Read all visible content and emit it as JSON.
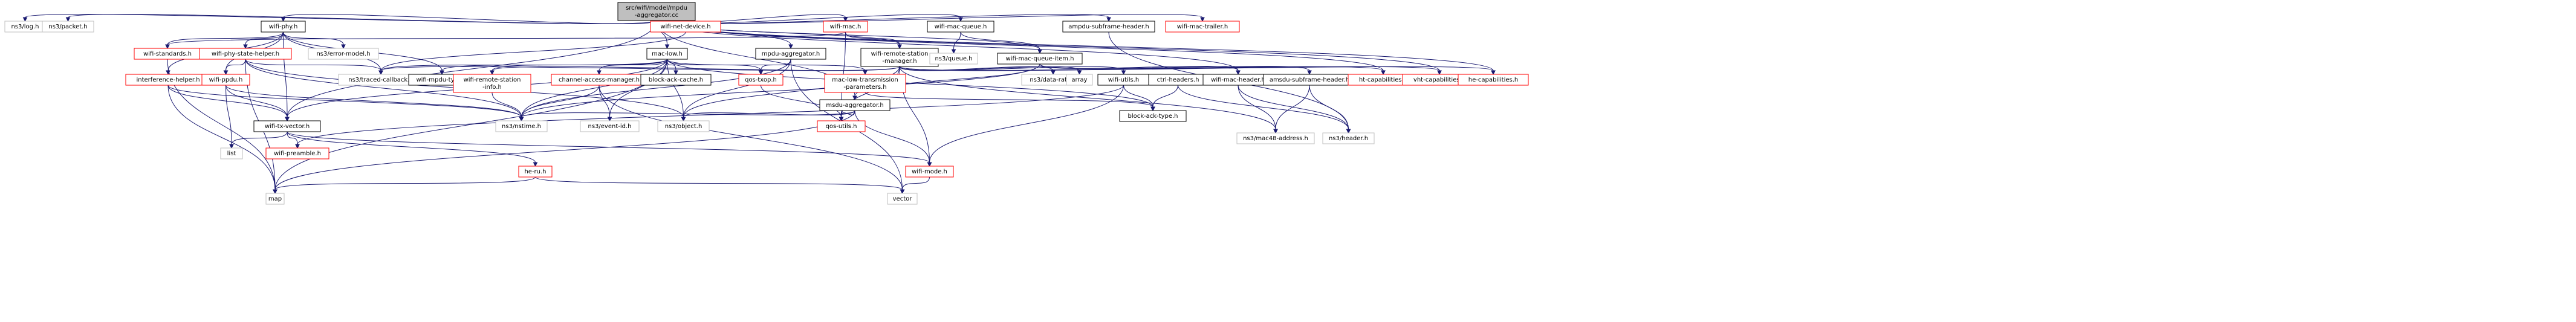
{
  "colors": {
    "edge": "#191970",
    "root_fill": "#bfbfbf",
    "node_stroke_documented": "#000000",
    "node_stroke_undocumented": "#bfbfbf",
    "node_stroke_external": "#ff0000"
  },
  "nodes": [
    {
      "id": "root",
      "lines": [
        "src/wifi/model/mpdu",
        "-aggregator.cc"
      ],
      "kind": "root"
    },
    {
      "id": "ns3log",
      "lines": [
        "ns3/log.h"
      ],
      "kind": "undoc"
    },
    {
      "id": "ns3packet",
      "lines": [
        "ns3/packet.h"
      ],
      "kind": "undoc"
    },
    {
      "id": "wifiphy",
      "lines": [
        "wifi-phy.h"
      ],
      "kind": "doc"
    },
    {
      "id": "wifinetdevice",
      "lines": [
        "wifi-net-device.h"
      ],
      "kind": "ext"
    },
    {
      "id": "wifimac",
      "lines": [
        "wifi-mac.h"
      ],
      "kind": "ext"
    },
    {
      "id": "wifimacqueue",
      "lines": [
        "wifi-mac-queue.h"
      ],
      "kind": "doc"
    },
    {
      "id": "ampdusubframeheader",
      "lines": [
        "ampdu-subframe-header.h"
      ],
      "kind": "doc"
    },
    {
      "id": "wifimactrailer",
      "lines": [
        "wifi-mac-trailer.h"
      ],
      "kind": "ext"
    },
    {
      "id": "wifistandards",
      "lines": [
        "wifi-standards.h"
      ],
      "kind": "ext"
    },
    {
      "id": "wifiphystatehelper",
      "lines": [
        "wifi-phy-state-helper.h"
      ],
      "kind": "ext"
    },
    {
      "id": "ns3errormodel",
      "lines": [
        "ns3/error-model.h"
      ],
      "kind": "undoc"
    },
    {
      "id": "maclow",
      "lines": [
        "mac-low.h"
      ],
      "kind": "doc"
    },
    {
      "id": "mpduaggregator",
      "lines": [
        "mpdu-aggregator.h"
      ],
      "kind": "doc"
    },
    {
      "id": "wifiremotestationmanager",
      "lines": [
        "wifi-remote-station",
        "-manager.h"
      ],
      "kind": "doc"
    },
    {
      "id": "ns3queue",
      "lines": [
        "ns3/queue.h"
      ],
      "kind": "undoc"
    },
    {
      "id": "wifimacqueueitem",
      "lines": [
        "wifi-mac-queue-item.h"
      ],
      "kind": "doc"
    },
    {
      "id": "interferencehelper",
      "lines": [
        "interference-helper.h"
      ],
      "kind": "ext"
    },
    {
      "id": "wifippdu",
      "lines": [
        "wifi-ppdu.h"
      ],
      "kind": "ext"
    },
    {
      "id": "ns3tracedcallback",
      "lines": [
        "ns3/traced-callback.h"
      ],
      "kind": "undoc"
    },
    {
      "id": "wifimpdutype",
      "lines": [
        "wifi-mpdu-type.h"
      ],
      "kind": "doc"
    },
    {
      "id": "wifiremotestationinfo",
      "lines": [
        "wifi-remote-station",
        "-info.h"
      ],
      "kind": "ext"
    },
    {
      "id": "channelaccessmanager",
      "lines": [
        "channel-access-manager.h"
      ],
      "kind": "ext"
    },
    {
      "id": "blockackcache",
      "lines": [
        "block-ack-cache.h"
      ],
      "kind": "doc"
    },
    {
      "id": "qostxop",
      "lines": [
        "qos-txop.h"
      ],
      "kind": "ext"
    },
    {
      "id": "maclowtransmission",
      "lines": [
        "mac-low-transmission",
        "-parameters.h"
      ],
      "kind": "ext"
    },
    {
      "id": "ns3datarate",
      "lines": [
        "ns3/data-rate.h"
      ],
      "kind": "undoc"
    },
    {
      "id": "array",
      "lines": [
        "array"
      ],
      "kind": "undoc"
    },
    {
      "id": "wifiutils",
      "lines": [
        "wifi-utils.h"
      ],
      "kind": "doc"
    },
    {
      "id": "ctrlheaders",
      "lines": [
        "ctrl-headers.h"
      ],
      "kind": "doc"
    },
    {
      "id": "wifimacheader",
      "lines": [
        "wifi-mac-header.h"
      ],
      "kind": "doc"
    },
    {
      "id": "amsdusubframeheader",
      "lines": [
        "amsdu-subframe-header.h"
      ],
      "kind": "doc"
    },
    {
      "id": "htcapabilities",
      "lines": [
        "ht-capabilities.h"
      ],
      "kind": "ext"
    },
    {
      "id": "vhtcapabilities",
      "lines": [
        "vht-capabilities.h"
      ],
      "kind": "ext"
    },
    {
      "id": "hecapabilities",
      "lines": [
        "he-capabilities.h"
      ],
      "kind": "ext"
    },
    {
      "id": "msduaggregator",
      "lines": [
        "msdu-aggregator.h"
      ],
      "kind": "doc"
    },
    {
      "id": "wifitxvector",
      "lines": [
        "wifi-tx-vector.h"
      ],
      "kind": "doc"
    },
    {
      "id": "ns3nstime",
      "lines": [
        "ns3/nstime.h"
      ],
      "kind": "undoc"
    },
    {
      "id": "ns3eventid",
      "lines": [
        "ns3/event-id.h"
      ],
      "kind": "undoc"
    },
    {
      "id": "ns3object",
      "lines": [
        "ns3/object.h"
      ],
      "kind": "undoc"
    },
    {
      "id": "qosutils",
      "lines": [
        "qos-utils.h"
      ],
      "kind": "ext"
    },
    {
      "id": "blockacktype",
      "lines": [
        "block-ack-type.h"
      ],
      "kind": "doc"
    },
    {
      "id": "ns3mac48address",
      "lines": [
        "ns3/mac48-address.h"
      ],
      "kind": "undoc"
    },
    {
      "id": "ns3header",
      "lines": [
        "ns3/header.h"
      ],
      "kind": "undoc"
    },
    {
      "id": "list",
      "lines": [
        "list"
      ],
      "kind": "undoc"
    },
    {
      "id": "wifipreamble",
      "lines": [
        "wifi-preamble.h"
      ],
      "kind": "ext"
    },
    {
      "id": "heru",
      "lines": [
        "he-ru.h"
      ],
      "kind": "ext"
    },
    {
      "id": "wifimode",
      "lines": [
        "wifi-mode.h"
      ],
      "kind": "ext"
    },
    {
      "id": "map",
      "lines": [
        "map"
      ],
      "kind": "undoc"
    },
    {
      "id": "vector",
      "lines": [
        "vector"
      ],
      "kind": "undoc"
    }
  ],
  "edges": [
    [
      "root",
      "ns3log"
    ],
    [
      "root",
      "ns3packet"
    ],
    [
      "root",
      "wifiphy"
    ],
    [
      "root",
      "wifinetdevice"
    ],
    [
      "root",
      "wifimac"
    ],
    [
      "root",
      "wifimacqueue"
    ],
    [
      "root",
      "ampdusubframeheader"
    ],
    [
      "root",
      "wifimactrailer"
    ],
    [
      "root",
      "maclow"
    ],
    [
      "root",
      "mpduaggregator"
    ],
    [
      "root",
      "wifiremotestationmanager"
    ],
    [
      "root",
      "msduaggregator"
    ],
    [
      "root",
      "htcapabilities"
    ],
    [
      "root",
      "vhtcapabilities"
    ],
    [
      "root",
      "hecapabilities"
    ],
    [
      "root",
      "wifimacheader"
    ],
    [
      "root",
      "wifitxvector"
    ],
    [
      "root",
      "wifimacqueueitem"
    ],
    [
      "wifiphy",
      "wifistandards"
    ],
    [
      "wifiphy",
      "wifiphystatehelper"
    ],
    [
      "wifiphy",
      "ns3errormodel"
    ],
    [
      "wifiphy",
      "interferencehelper"
    ],
    [
      "wifiphy",
      "wifippdu"
    ],
    [
      "wifiphy",
      "ns3tracedcallback"
    ],
    [
      "wifiphy",
      "wifimpdutype"
    ],
    [
      "wifiphy",
      "wifitxvector"
    ],
    [
      "wifinetdevice",
      "ns3tracedcallback"
    ],
    [
      "wifimac",
      "wifistandards"
    ],
    [
      "wifimac",
      "wifiremotestationmanager"
    ],
    [
      "wifimac",
      "qosutils"
    ],
    [
      "wifimacqueue",
      "ns3queue"
    ],
    [
      "wifimacqueue",
      "wifimacqueueitem"
    ],
    [
      "ampdusubframeheader",
      "ns3header"
    ],
    [
      "wifiphystatehelper",
      "wifippdu"
    ],
    [
      "wifiphystatehelper",
      "ns3tracedcallback"
    ],
    [
      "wifiphystatehelper",
      "ns3object"
    ],
    [
      "wifiphystatehelper",
      "ns3nstime"
    ],
    [
      "wifiphystatehelper",
      "map"
    ],
    [
      "interferencehelper",
      "wifitxvector"
    ],
    [
      "interferencehelper",
      "ns3nstime"
    ],
    [
      "interferencehelper",
      "map"
    ],
    [
      "wifippdu",
      "wifitxvector"
    ],
    [
      "wifippdu",
      "ns3nstime"
    ],
    [
      "wifippdu",
      "list"
    ],
    [
      "maclow",
      "wifimpdutype"
    ],
    [
      "maclow",
      "channelaccessmanager"
    ],
    [
      "maclow",
      "blockackcache"
    ],
    [
      "maclow",
      "maclowtransmission"
    ],
    [
      "maclow",
      "qostxop"
    ],
    [
      "maclow",
      "ns3nstime"
    ],
    [
      "maclow",
      "ns3object"
    ],
    [
      "maclow",
      "map"
    ],
    [
      "maclow",
      "wifitxvector"
    ],
    [
      "maclow",
      "ns3tracedcallback"
    ],
    [
      "maclow",
      "wifiremotestationinfo"
    ],
    [
      "maclow",
      "ns3eventid"
    ],
    [
      "maclow",
      "blockacktype"
    ],
    [
      "mpduaggregator",
      "ns3object"
    ],
    [
      "mpduaggregator",
      "qostxop"
    ],
    [
      "mpduaggregator",
      "vector"
    ],
    [
      "mpduaggregator",
      "ns3nstime"
    ],
    [
      "wifiremotestationmanager",
      "ns3datarate"
    ],
    [
      "wifiremotestationmanager",
      "array"
    ],
    [
      "wifiremotestationmanager",
      "wifiutils"
    ],
    [
      "wifiremotestationmanager",
      "htcapabilities"
    ],
    [
      "wifiremotestationmanager",
      "vhtcapabilities"
    ],
    [
      "wifiremotestationmanager",
      "hecapabilities"
    ],
    [
      "wifiremotestationmanager",
      "wifiremotestationinfo"
    ],
    [
      "wifiremotestationmanager",
      "ns3tracedcallback"
    ],
    [
      "wifiremotestationmanager",
      "qosutils"
    ],
    [
      "wifiremotestationmanager",
      "ns3object"
    ],
    [
      "wifiremotestationmanager",
      "ns3mac48address"
    ],
    [
      "wifiremotestationmanager",
      "wifimode"
    ],
    [
      "wifimacqueueitem",
      "wifimacheader"
    ],
    [
      "wifimacqueueitem",
      "amsdusubframeheader"
    ],
    [
      "wifimacqueueitem",
      "ns3nstime"
    ],
    [
      "wifimacqueueitem",
      "msduaggregator"
    ],
    [
      "wifiremotestationinfo",
      "ns3nstime"
    ],
    [
      "channelaccessmanager",
      "ns3nstime"
    ],
    [
      "channelaccessmanager",
      "ns3eventid"
    ],
    [
      "channelaccessmanager",
      "vector"
    ],
    [
      "qostxop",
      "qosutils"
    ],
    [
      "maclowtransmission",
      "blockacktype"
    ],
    [
      "wifiutils",
      "blockacktype"
    ],
    [
      "wifiutils",
      "wifimode"
    ],
    [
      "wifiutils",
      "wifipreamble"
    ],
    [
      "ctrlheaders",
      "ns3header"
    ],
    [
      "ctrlheaders",
      "blockacktype"
    ],
    [
      "wifimacheader",
      "ns3header"
    ],
    [
      "wifimacheader",
      "ns3mac48address"
    ],
    [
      "amsdusubframeheader",
      "ns3header"
    ],
    [
      "amsdusubframeheader",
      "ns3mac48address"
    ],
    [
      "msduaggregator",
      "ns3object"
    ],
    [
      "msduaggregator",
      "qosutils"
    ],
    [
      "msduaggregator",
      "wifimode"
    ],
    [
      "msduaggregator",
      "ns3nstime"
    ],
    [
      "msduaggregator",
      "map"
    ],
    [
      "wifitxvector",
      "list"
    ],
    [
      "wifitxvector",
      "wifipreamble"
    ],
    [
      "wifitxvector",
      "heru"
    ],
    [
      "wifitxvector",
      "wifimode"
    ],
    [
      "heru",
      "map"
    ],
    [
      "heru",
      "vector"
    ],
    [
      "wifimode",
      "vector"
    ],
    [
      "wifistandards",
      "map"
    ]
  ]
}
